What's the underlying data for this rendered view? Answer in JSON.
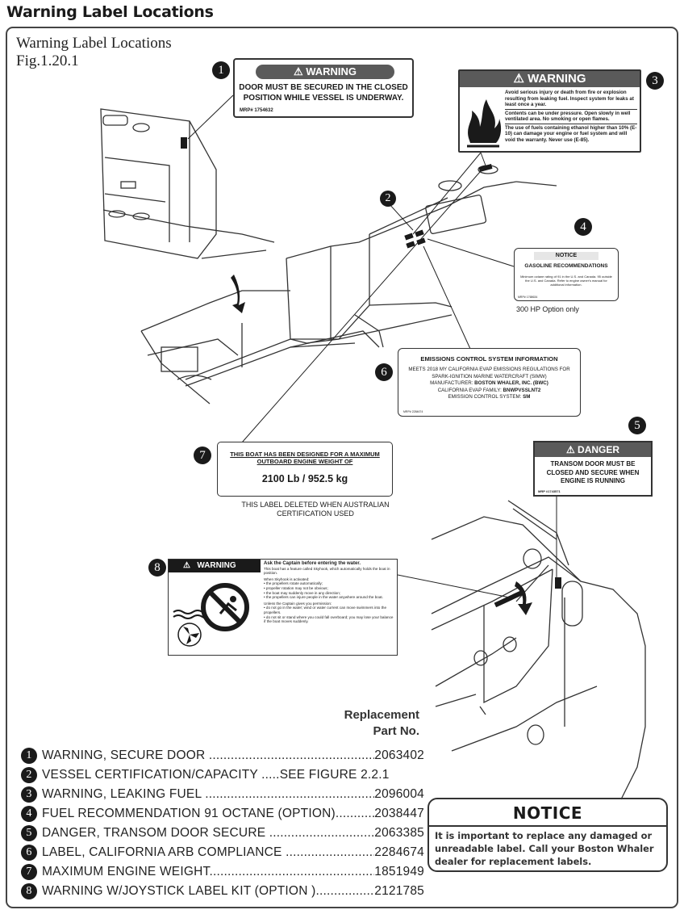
{
  "page_heading": "Warning Label Locations",
  "figure": {
    "title": "Warning Label Locations",
    "ref": "Fig.1.20.1"
  },
  "callouts": {
    "c1": "1",
    "c2": "2",
    "c3": "3",
    "c4": "4",
    "c5": "5",
    "c6": "6",
    "c7": "7",
    "c8": "8"
  },
  "label1": {
    "header": "WARNING",
    "text": "DOOR MUST BE SECURED IN THE CLOSED POSITION WHILE VESSEL IS UNDERWAY.",
    "mrp": "MRP# 1754632"
  },
  "label3": {
    "header": "WARNING",
    "p1": "Avoid serious injury or death from fire or explosion resulting from leaking fuel. Inspect system for leaks at least once a year.",
    "p2": "Contents can be under pressure. Open slowly in well ventilated area. No smoking or open flames.",
    "p3": "The use of fuels containing ethanol higher than 10% (E-10) can damage your engine or fuel system and will void the warranty. Never use (E-85)."
  },
  "label4": {
    "header": "NOTICE",
    "title": "GASOLINE RECOMMENDATIONS",
    "text": "Minimum octane rating of 91 in the U.S. and Canada. 95 outside the U.S. and Canada. Refer to engine owner's manual for additional information.",
    "mrp": "MRP# 1768634",
    "option_note": "300 HP Option only"
  },
  "label6": {
    "title": "EMISSIONS CONTROL SYSTEM INFORMATION",
    "line1": "MEETS 2018 MY CALIFORNIA EVAP EMISSIONS REGULATIONS FOR SPARK-IGNITION MARINE WATERCRAFT (SIMW)",
    "manufacturer_label": "MANUFACTURER:",
    "manufacturer": "BOSTON WHALER, INC. (BWC)",
    "family_label": "CALIFORNIA EVAP FAMILY:",
    "family": "BNWPVSSLNT2",
    "system_label": "EMISSION CONTROL SYSTEM:",
    "system": "SM",
    "mrp": "MRP# 2284674"
  },
  "label5": {
    "header": "DANGER",
    "text": "TRANSOM DOOR MUST BE CLOSED AND SECURE WHEN ENGINE IS RUNNING",
    "mrp": "MRP #1743571"
  },
  "label7": {
    "text": "THIS BOAT HAS BEEN DESIGNED FOR A MAXIMUM OUTBOARD ENGINE WEIGHT OF",
    "weight": "2100 Lb / 952.5 kg",
    "note": "THIS LABEL DELETED WHEN AUSTRALIAN CERTIFICATION USED"
  },
  "label8": {
    "header": "WARNING",
    "title": "Ask the Captain before entering the water.",
    "intro": "This boat has a feature called Skyhook, which automatically holds the boat in position.",
    "when": "When Skyhook is activated:",
    "b1": "the propellers rotate automatically;",
    "b2": "propeller rotation may not be obvious;",
    "b3": "the boat may suddenly move in any direction;",
    "b4": "the propellers can injure people in the water anywhere around the boat.",
    "unless": "Unless the Captain gives you permission:",
    "b5": "do not go in the water; wind or water current can move swimmers into the propellers.",
    "b6": "do not sit or stand where you could fall overboard; you may lose your balance if the boat moves suddenly."
  },
  "table": {
    "header_line1": "Replacement",
    "header_line2": "Part No.",
    "rows": [
      {
        "num": "1",
        "desc": "WARNING, SECURE DOOR",
        "part": "2063402"
      },
      {
        "num": "2",
        "desc": "VESSEL CERTIFICATION/CAPACITY",
        "part": "SEE FIGURE 2.2.1"
      },
      {
        "num": "3",
        "desc": "WARNING, LEAKING FUEL",
        "part": "2096004"
      },
      {
        "num": "4",
        "desc": "FUEL RECOMMENDATION 91 OCTANE (OPTION)",
        "part": "2038447"
      },
      {
        "num": "5",
        "desc": "DANGER, TRANSOM DOOR SECURE",
        "part": "2063385"
      },
      {
        "num": "6",
        "desc": "LABEL, CALIFORNIA ARB COMPLIANCE",
        "part": "2284674"
      },
      {
        "num": "7",
        "desc": "MAXIMUM ENGINE WEIGHT",
        "part": "1851949"
      },
      {
        "num": "8",
        "desc": "WARNING W/JOYSTICK LABEL KIT (OPTION )",
        "part": "2121785"
      }
    ]
  },
  "notice": {
    "title": "NOTICE",
    "text": "It is important to replace any damaged or unreadable label. Call your Boston Whaler dealer for replacement labels."
  }
}
